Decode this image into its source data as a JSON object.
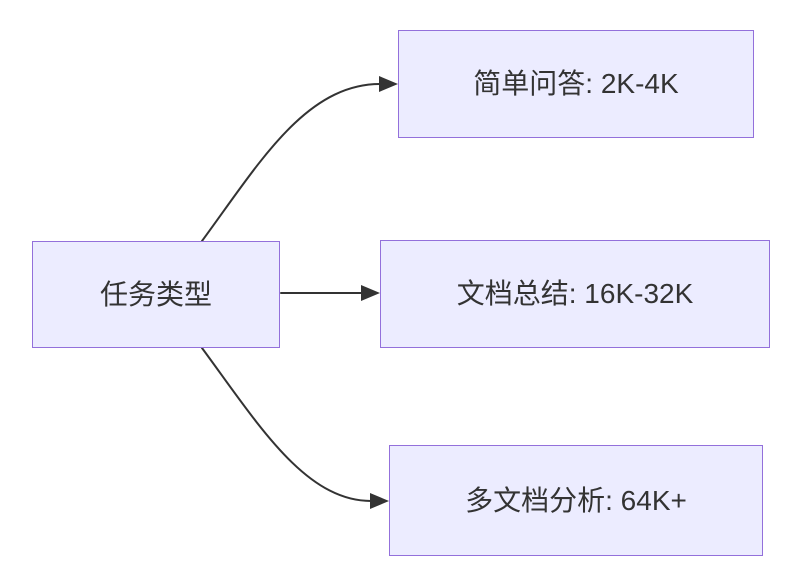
{
  "diagram": {
    "type": "flowchart",
    "direction": "left-to-right",
    "root": {
      "label": "任务类型"
    },
    "branches": [
      {
        "label": "简单问答: 2K-4K"
      },
      {
        "label": "文档总结: 16K-32K"
      },
      {
        "label": "多文档分析: 64K+"
      }
    ],
    "colors": {
      "node_fill": "#ECECFF",
      "node_border": "#9370DB",
      "edge": "#333333",
      "text": "#333333",
      "background": "#FFFFFF"
    }
  }
}
